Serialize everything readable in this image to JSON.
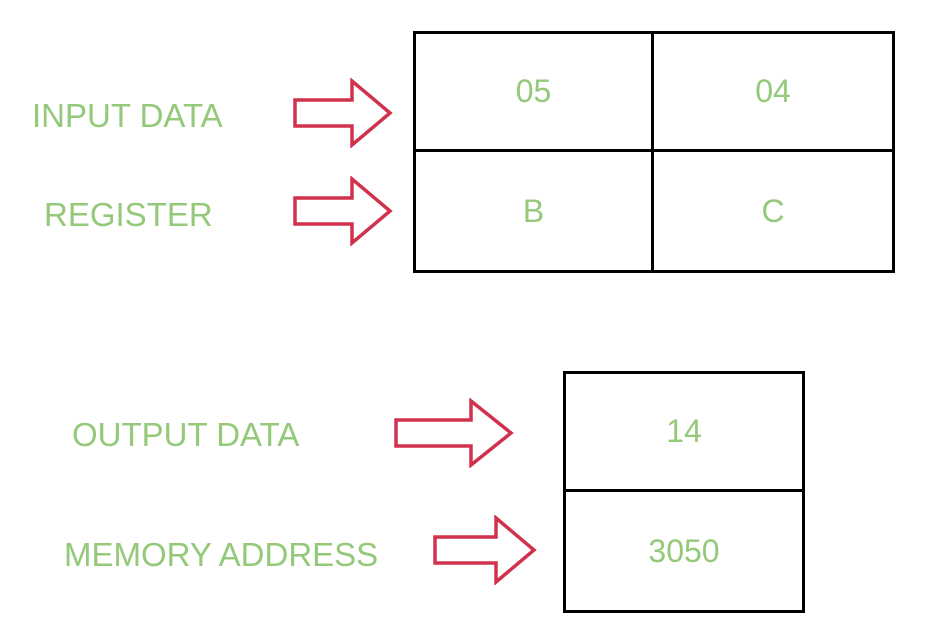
{
  "colors": {
    "text": "#94c97a",
    "arrow": "#d0314d",
    "border": "#000000",
    "background": "#ffffff"
  },
  "labels": {
    "input_data": "INPUT DATA",
    "register": "REGISTER",
    "output_data": "OUTPUT DATA",
    "memory_address": "MEMORY ADDRESS"
  },
  "input_table": {
    "data": [
      "05",
      "04"
    ],
    "registers": [
      "B",
      "C"
    ]
  },
  "output_table": {
    "data": "14",
    "address": "3050"
  }
}
